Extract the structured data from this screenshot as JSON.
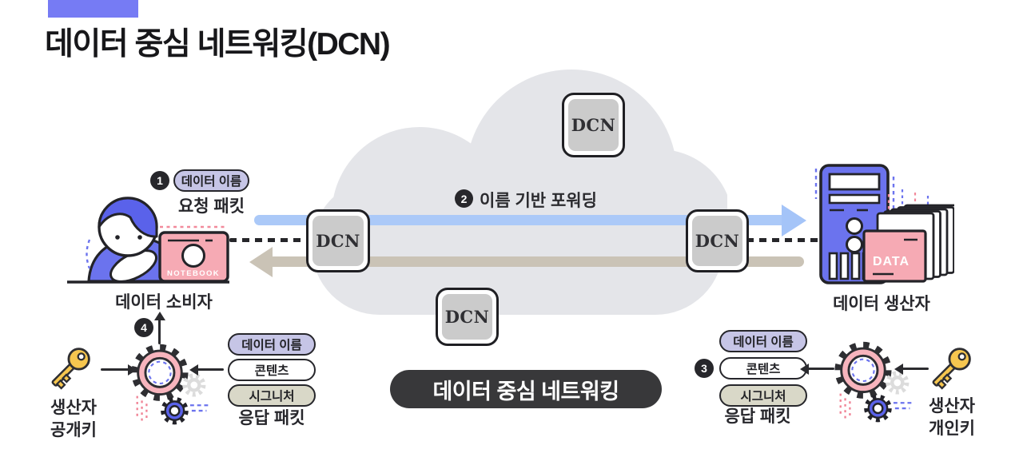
{
  "title": "데이터 중심 네트워킹(DCN)",
  "network": {
    "dcn_nodes": [
      "DCN",
      "DCN",
      "DCN",
      "DCN"
    ],
    "forwarding_step": "2",
    "forwarding_label": "이름 기반 포워딩",
    "banner": "데이터 중심 네트워킹"
  },
  "consumer": {
    "request_step": "1",
    "request_field": "데이터 이름",
    "request_label": "요청 패킷",
    "device_label": "NOTEBOOK",
    "name": "데이터 소비자",
    "receive_step": "4",
    "key_line1": "생산자",
    "key_line2": "공개키",
    "response_fields": [
      "데이터 이름",
      "콘텐츠",
      "시그니처"
    ],
    "response_label": "응답 패킷"
  },
  "producer": {
    "name": "데이터 생산자",
    "data_label": "DATA",
    "sign_step": "3",
    "key_line1": "생산자",
    "key_line2": "개인키",
    "response_fields": [
      "데이터 이름",
      "콘텐츠",
      "시그니처"
    ],
    "response_label": "응답 패킷"
  },
  "colors": {
    "accent_blue": "#767bf4",
    "primary_blue": "#6b73ee",
    "arrow_blue": "#abc9f8",
    "arrow_tan": "#cac3b6",
    "cloud_gray": "#e4e5e9",
    "node_gray": "#cbcbcb",
    "pink": "#f6aab4",
    "lavender_badge": "#c6c5e6",
    "beige_badge": "#d9d8c8",
    "key_yellow": "#f6c64f",
    "banner_bg": "#38383a",
    "dark": "#2e2e32"
  }
}
